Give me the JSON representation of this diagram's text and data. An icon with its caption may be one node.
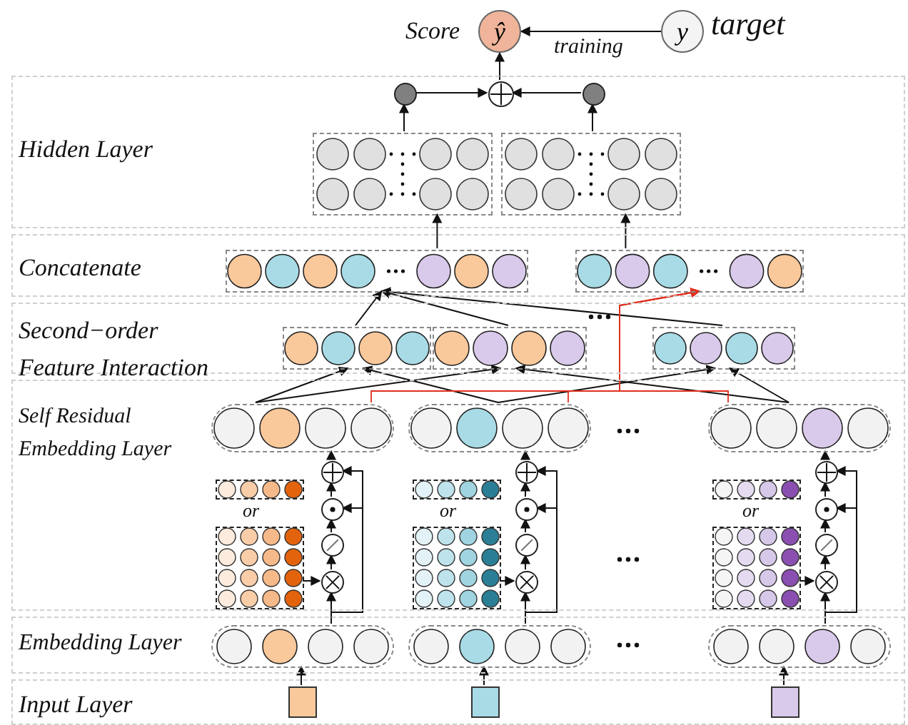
{
  "diagram": {
    "nodes": [
      {
        "text": [
          "ŷ"
        ],
        "beside": [
          "Score"
        ]
      },
      {
        "text": [
          "y"
        ],
        "beside": [
          "target"
        ]
      },
      {
        "text": [
          "Hidden Layer"
        ]
      },
      {
        "text": [],
        "shape": "circle",
        "in": 2
      },
      {
        "text": [],
        "shape": "circle",
        "in": 2
      },
      {
        "text": [],
        "shape": "circle",
        "in": 2
      },
      {
        "text": [],
        "shape": "box",
        "in": 2
      },
      {
        "text": [],
        "shape": "box",
        "in": 2
      },
      {
        "text": [
          "Concatenate"
        ]
      },
      {
        "text": [],
        "shape": "box",
        "in": 8
      },
      {
        "text": [],
        "shape": "box",
        "in": 8
      },
      {
        "text": [
          "Second−order Feature Interaction"
        ]
      },
      {
        "text": [],
        "shape": "box",
        "in": 11
      },
      {
        "text": [],
        "shape": "box",
        "in": 11
      },
      {
        "text": [],
        "shape": "box",
        "in": 11
      },
      {
        "text": [
          "Self Residual Embedding Layer"
        ]
      },
      {
        "text": [],
        "shape": "box",
        "in": 15
      },
      {
        "text": [],
        "shape": "box",
        "in": 15
      },
      {
        "text": [],
        "shape": "box",
        "in": 15
      },
      {
        "text": [],
        "shape": "box",
        "in": 15
      },
      {
        "text": [],
        "shape": "box",
        "in": 15
      },
      {
        "text": [],
        "shape": "circle",
        "in": 15
      },
      {
        "text": [],
        "shape": "circle",
        "in": 15
      },
      {
        "text": [],
        "shape": "circle",
        "in": 15
      },
      {
        "text": [],
        "shape": "circle",
        "in": 15
      },
      {
        "text": [],
        "shape": "box",
        "in": 15
      },
      {
        "text": [],
        "shape": "box",
        "in": 15
      },
      {
        "text": [],
        "shape": "circle",
        "in": 15
      },
      {
        "text": [],
        "shape": "circle",
        "in": 15
      },
      {
        "text": [],
        "shape": "circle",
        "in": 15
      },
      {
        "text": [],
        "shape": "circle",
        "in": 15
      },
      {
        "text": [],
        "shape": "box",
        "in": 15
      },
      {
        "text": [],
        "shape": "box",
        "in": 15
      },
      {
        "text": [],
        "shape": "circle",
        "in": 15
      },
      {
        "text": [],
        "shape": "circle",
        "in": 15
      },
      {
        "text": [],
        "shape": "circle",
        "in": 15
      },
      {
        "text": [],
        "shape": "circle",
        "in": 15
      },
      {
        "text": [
          "Embedding Layer"
        ]
      },
      {
        "text": [],
        "shape": "box",
        "in": 37
      },
      {
        "text": [],
        "shape": "box",
        "in": 37
      },
      {
        "text": [],
        "shape": "box",
        "in": 37
      },
      {
        "text": [
          "Input Layer"
        ]
      },
      {
        "text": [],
        "shape": "box",
        "in": 41
      },
      {
        "text": [],
        "shape": "box",
        "in": 41
      },
      {
        "text": [],
        "shape": "box",
        "in": 41
      }
    ],
    "edges": [
      {
        "from": 1,
        "to": 0,
        "arrow": "to",
        "label": "training"
      },
      {
        "from": 3,
        "to": 4,
        "arrow": "to"
      },
      {
        "from": 5,
        "to": 4,
        "arrow": "to"
      },
      {
        "from": 4,
        "to": 0,
        "arrow": "to"
      },
      {
        "from": 6,
        "to": 3,
        "arrow": "to"
      },
      {
        "from": 7,
        "to": 5,
        "arrow": "to"
      },
      {
        "from": 9,
        "to": 6,
        "arrow": "to"
      },
      {
        "from": 10,
        "to": 7,
        "arrow": "to"
      },
      {
        "from": 12,
        "to": 9,
        "arrow": "to"
      },
      {
        "from": 13,
        "to": 9,
        "arrow": "to"
      },
      {
        "from": 14,
        "to": 9,
        "arrow": "to"
      },
      {
        "from": 16,
        "to": 12,
        "arrow": "to"
      },
      {
        "from": 16,
        "to": 13,
        "arrow": "to"
      },
      {
        "from": 17,
        "to": 12,
        "arrow": "to"
      },
      {
        "from": 17,
        "to": 14,
        "arrow": "to"
      },
      {
        "from": 18,
        "to": 13,
        "arrow": "to"
      },
      {
        "from": 18,
        "to": 14,
        "arrow": "to"
      },
      {
        "from": 16,
        "to": 10,
        "arrow": "to",
        "color": "#e0301e"
      },
      {
        "from": 17,
        "to": 10,
        "arrow": "to",
        "color": "#e0301e"
      },
      {
        "from": 18,
        "to": 10,
        "arrow": "to",
        "color": "#e0301e"
      },
      {
        "from": 20,
        "to": 21,
        "arrow": "to"
      },
      {
        "from": 21,
        "to": 22,
        "arrow": "to"
      },
      {
        "from": 22,
        "to": 23,
        "arrow": "to"
      },
      {
        "from": 23,
        "to": 24,
        "arrow": "to"
      },
      {
        "from": 24,
        "to": 16,
        "arrow": "to"
      },
      {
        "from": 38,
        "to": 21,
        "arrow": "to"
      },
      {
        "from": 38,
        "to": 23,
        "arrow": "to"
      },
      {
        "from": 38,
        "to": 24,
        "arrow": "to"
      },
      {
        "from": 26,
        "to": 27,
        "arrow": "to"
      },
      {
        "from": 27,
        "to": 28,
        "arrow": "to"
      },
      {
        "from": 28,
        "to": 29,
        "arrow": "to"
      },
      {
        "from": 29,
        "to": 30,
        "arrow": "to"
      },
      {
        "from": 30,
        "to": 17,
        "arrow": "to"
      },
      {
        "from": 39,
        "to": 27,
        "arrow": "to"
      },
      {
        "from": 39,
        "to": 29,
        "arrow": "to"
      },
      {
        "from": 39,
        "to": 30,
        "arrow": "to"
      },
      {
        "from": 32,
        "to": 33,
        "arrow": "to"
      },
      {
        "from": 33,
        "to": 34,
        "arrow": "to"
      },
      {
        "from": 34,
        "to": 35,
        "arrow": "to"
      },
      {
        "from": 35,
        "to": 36,
        "arrow": "to"
      },
      {
        "from": 36,
        "to": 18,
        "arrow": "to"
      },
      {
        "from": 40,
        "to": 33,
        "arrow": "to"
      },
      {
        "from": 40,
        "to": 35,
        "arrow": "to"
      },
      {
        "from": 40,
        "to": 36,
        "arrow": "to"
      },
      {
        "from": 42,
        "to": 38,
        "arrow": "to"
      },
      {
        "from": 43,
        "to": 39,
        "arrow": "to"
      },
      {
        "from": 44,
        "to": 40,
        "arrow": "to"
      }
    ],
    "labels": [
      "or",
      "or",
      "or"
    ]
  }
}
